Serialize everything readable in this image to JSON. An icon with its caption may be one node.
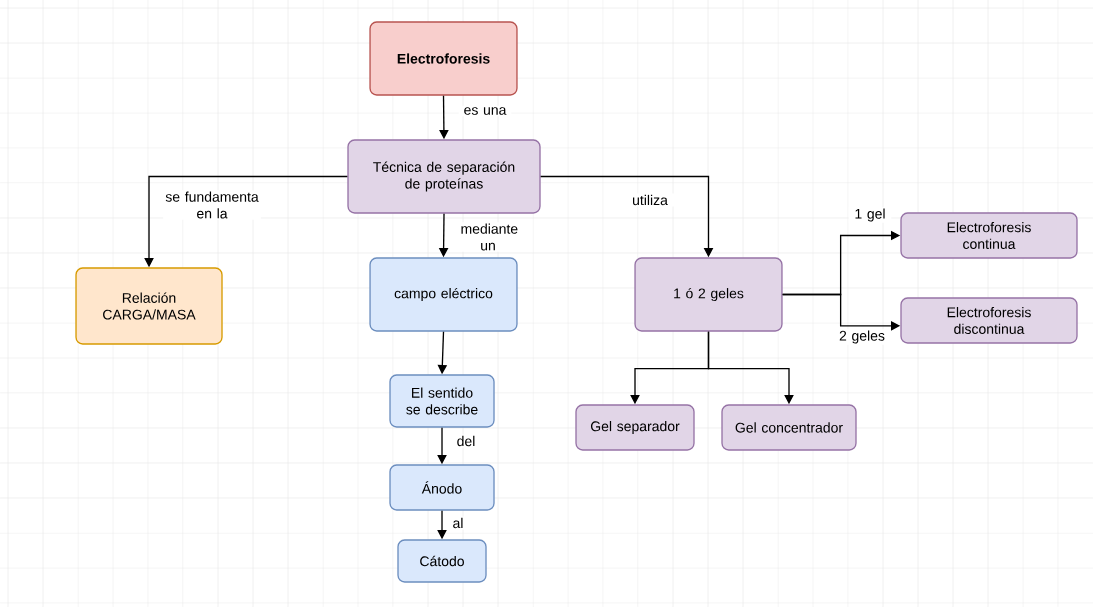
{
  "diagram": {
    "nodes": [
      {
        "text": [
          "Electroforesis"
        ]
      },
      {
        "text": [
          "Técnica de separación de proteínas"
        ]
      },
      {
        "text": [
          "Relación CARGA/MASA"
        ]
      },
      {
        "text": [
          "campo eléctrico"
        ]
      },
      {
        "text": [
          "1 ó 2 geles"
        ]
      },
      {
        "text": [
          "Electroforesis continua"
        ]
      },
      {
        "text": [
          "Electroforesis discontinua"
        ]
      },
      {
        "text": [
          "El sentido se describe"
        ]
      },
      {
        "text": [
          "Gel separador"
        ]
      },
      {
        "text": [
          "Gel concentrador"
        ]
      },
      {
        "text": [
          "Ánodo"
        ]
      },
      {
        "text": [
          "Cátodo"
        ]
      }
    ],
    "edges": [
      {
        "from": 0,
        "to": 1,
        "arrow": "to",
        "label": "es una"
      },
      {
        "from": 1,
        "to": 2,
        "arrow": "to",
        "label": "se fundamenta en la"
      },
      {
        "from": 1,
        "to": 3,
        "arrow": "to",
        "label": "mediante un"
      },
      {
        "from": 1,
        "to": 4,
        "arrow": "to",
        "label": "utiliza"
      },
      {
        "from": 4,
        "to": 5,
        "arrow": "to",
        "label": "1 gel"
      },
      {
        "from": 4,
        "to": 6,
        "arrow": "to",
        "label": "2 geles"
      },
      {
        "from": 3,
        "to": 7,
        "arrow": "to"
      },
      {
        "from": 4,
        "to": 8,
        "arrow": "to"
      },
      {
        "from": 4,
        "to": 9,
        "arrow": "to"
      },
      {
        "from": 7,
        "to": 10,
        "arrow": "to",
        "label": "del"
      },
      {
        "from": 10,
        "to": 11,
        "arrow": "to",
        "label": "al"
      }
    ]
  }
}
